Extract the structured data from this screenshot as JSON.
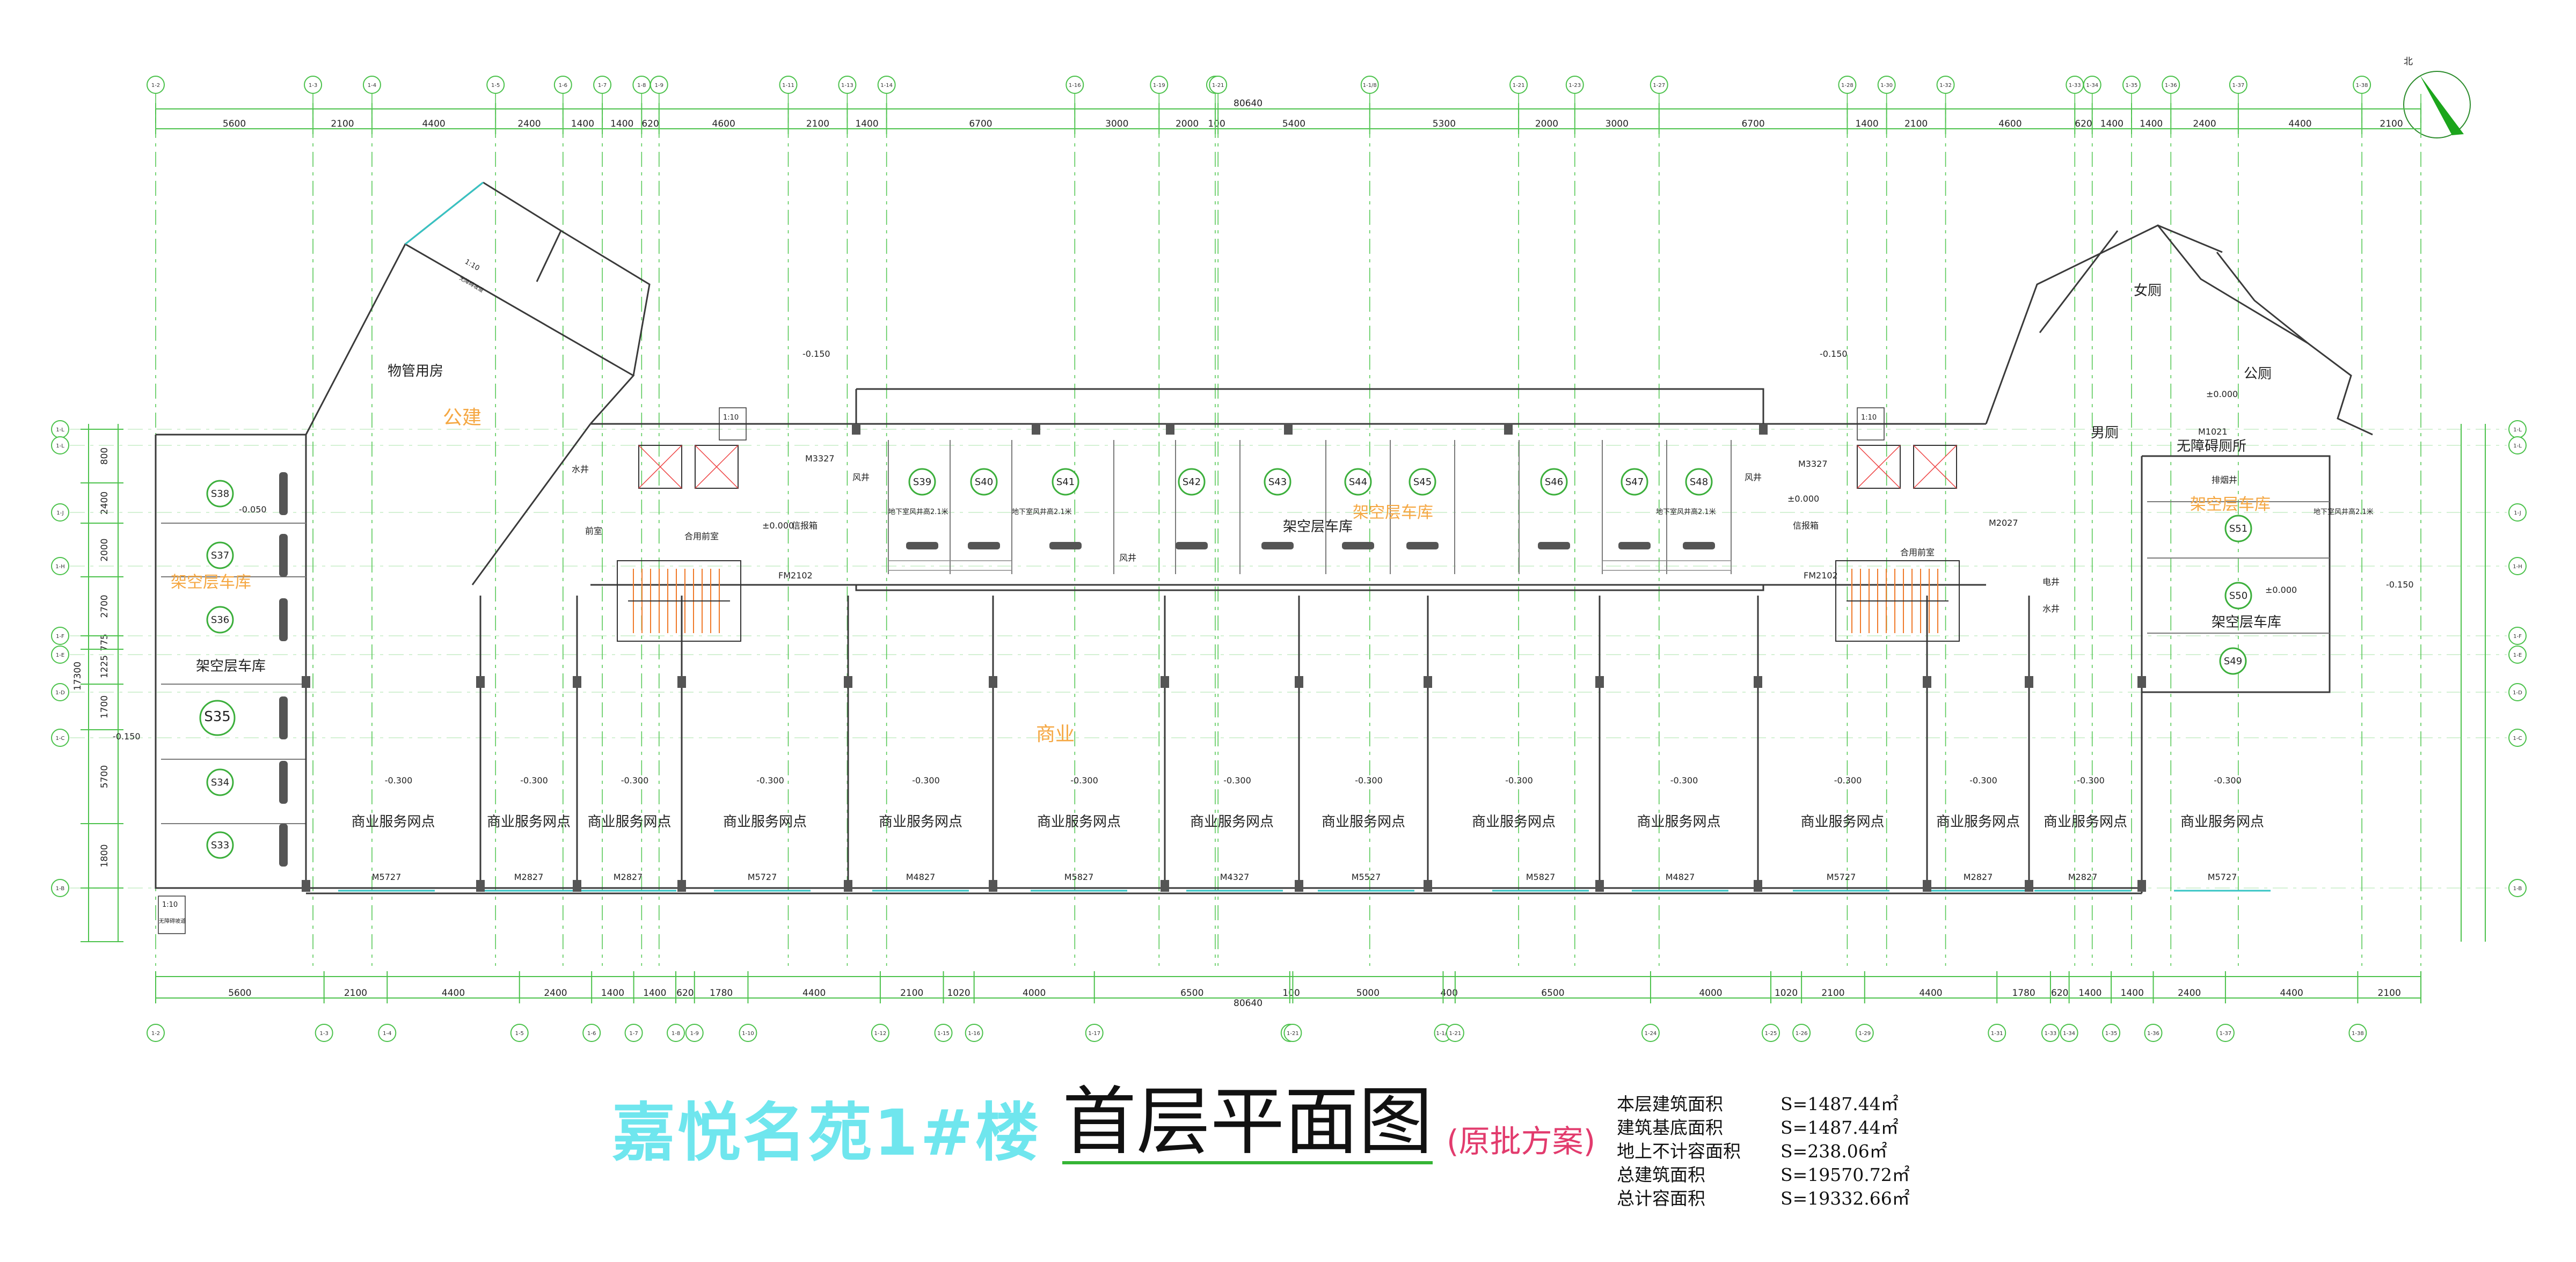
{
  "title": {
    "project": "嘉悦名苑1#楼",
    "drawing": "首层平面图",
    "note": "(原批方案)"
  },
  "areas": [
    {
      "label": "本层建筑面积",
      "value": "S=1487.44㎡"
    },
    {
      "label": "建筑基底面积",
      "value": "S=1487.44㎡"
    },
    {
      "label": "地上不计容面积",
      "value": "S=238.06㎡"
    },
    {
      "label": "总建筑面积",
      "value": "S=19570.72㎡"
    },
    {
      "label": "总计容面积",
      "value": "S=19332.66㎡"
    }
  ],
  "total_dimension": "80640",
  "top_dims": [
    "5600",
    "2100",
    "4400",
    "2400",
    "1400",
    "1400",
    "620",
    "4600",
    "2100",
    "1400",
    "6700",
    "3000",
    "2000",
    "100",
    "5400",
    "5300",
    "2000",
    "3000",
    "6700",
    "1400",
    "2100",
    "4600",
    "620",
    "1400",
    "1400",
    "2400",
    "4400",
    "2100"
  ],
  "bottom_dims": [
    "5600",
    "2100",
    "4400",
    "2400",
    "1400",
    "1400",
    "620",
    "1780",
    "4400",
    "2100",
    "1020",
    "4000",
    "6500",
    "100",
    "5000",
    "400",
    "6500",
    "4000",
    "1020",
    "2100",
    "4400",
    "1780",
    "620",
    "1400",
    "1400",
    "2400",
    "4400",
    "2100"
  ],
  "axes_top": [
    "1-2",
    "1-3",
    "1-4",
    "1-5",
    "1-6",
    "1-7",
    "1-8",
    "1-9",
    "1-11",
    "1-13",
    "1-14",
    "1-16",
    "1-19",
    "1-20",
    "1-21",
    "1-1/8",
    "1-21",
    "1-23",
    "1-27",
    "1-28",
    "1-30",
    "1-32",
    "1-33",
    "1-34",
    "1-35",
    "1-36",
    "1-37",
    "1-38"
  ],
  "axes_bottom": [
    "1-2",
    "1-3",
    "1-4",
    "1-5",
    "1-6",
    "1-7",
    "1-8",
    "1-9",
    "1-10",
    "1-12",
    "1-15",
    "1-16",
    "1-17",
    "1-20",
    "1-21",
    "1-1/8",
    "1-21",
    "1-24",
    "1-25",
    "1-26",
    "1-29",
    "1-31",
    "1-33",
    "1-34",
    "1-35",
    "1-36",
    "1-37",
    "1-38"
  ],
  "axes_left": [
    "1-L",
    "1-L",
    "1-J",
    "1-H",
    "1-F",
    "1-E",
    "1-D",
    "1-C",
    "1-B"
  ],
  "left_dims": [
    "800",
    "2400",
    "2000",
    "2700",
    "775",
    "1225",
    "1700",
    "5700",
    "1800",
    "17300"
  ],
  "rooms": {
    "property": "物管用房",
    "public_building": "公建",
    "carport": "架空层车库",
    "carport_mid": "架空层车库",
    "commercial": "商业",
    "shop": "商业服务网点",
    "front_room": "前室",
    "joint_front_room": "合用前室",
    "female_wc": "女厕",
    "male_wc": "男厕",
    "public_wc": "公厕",
    "accessible_wc": "无障碍厕所",
    "wind_shaft": "风井",
    "water_well": "水井",
    "electric_well": "电井",
    "mailbox": "信报箱",
    "exhaust": "排烟井"
  },
  "parking": [
    "S33",
    "S34",
    "S35",
    "S36",
    "S37",
    "S38",
    "S39",
    "S40",
    "S41",
    "S42",
    "S43",
    "S44",
    "S45",
    "S46",
    "S47",
    "S48",
    "S49",
    "S50",
    "S51"
  ],
  "elevations": {
    "zero": "±0.000",
    "minus150": "-0.150",
    "minus300": "-0.300",
    "minus50": "-0.050"
  },
  "doors": [
    "M5727",
    "M2827",
    "M2827",
    "M5727",
    "M4827",
    "M5827",
    "M4327",
    "M5527",
    "M5827",
    "M4827",
    "M5727",
    "M2827",
    "M2827",
    "M5727",
    "M3327",
    "M3327",
    "M2027",
    "FM2102",
    "FM2102",
    "M1021"
  ],
  "ramp": "1:10",
  "ramp_label": "无障碍坡道",
  "vent_label": "地下室风井高2.1米",
  "north": "北"
}
